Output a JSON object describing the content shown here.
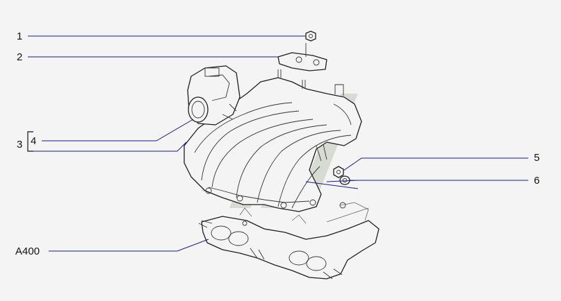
{
  "callouts": {
    "c1": "1",
    "c2": "2",
    "c3": "3",
    "c4": "4",
    "c5": "5",
    "c6": "6",
    "a400": "A400"
  },
  "colors": {
    "background": "#f4f4f4",
    "watermark": "#d7dcd3",
    "leader": "#1a1a8a"
  },
  "parts": [
    "nut-1",
    "bracket-2",
    "intake-manifold-4",
    "nut-5",
    "washer-6",
    "exhaust-gasket-a400"
  ]
}
